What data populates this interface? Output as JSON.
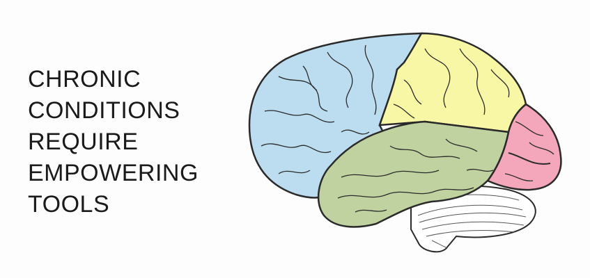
{
  "headline": {
    "lines": [
      "CHRONIC",
      "CONDITIONS",
      "REQUIRE",
      "EMPOWERING",
      "TOOLS"
    ]
  },
  "illustration": {
    "icon": "brain-lobes-illustration",
    "colors": {
      "frontal_lobe": "#bcdcef",
      "parietal_lobe": "#f8f7a6",
      "temporal_lobe": "#bfd2a0",
      "occipital_lobe": "#f4a7bb",
      "cerebellum": "#ffffff",
      "outline": "#2a2a2a"
    }
  }
}
